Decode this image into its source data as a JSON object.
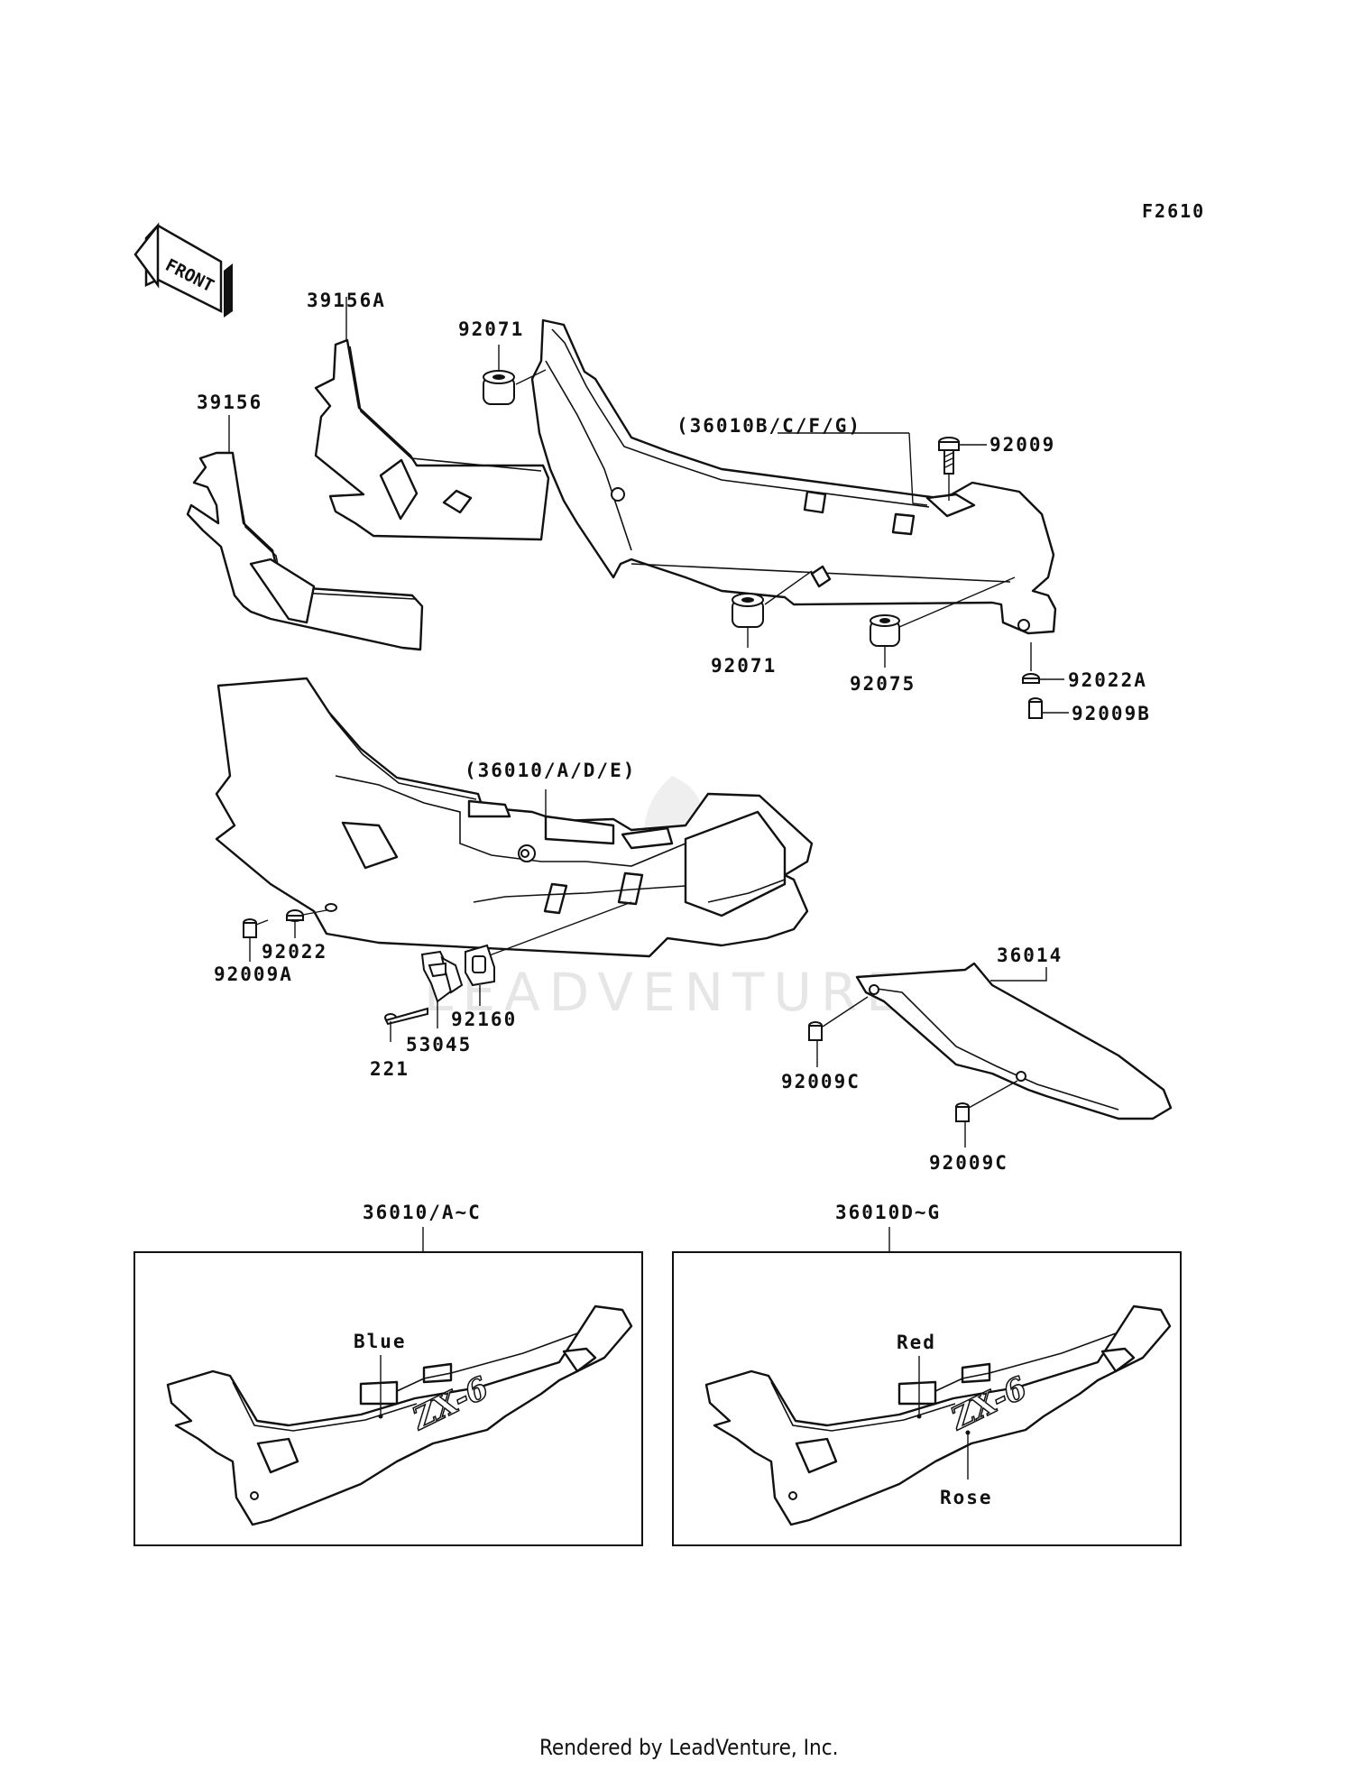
{
  "figure_code": "F2610",
  "direction_label": "FRONT",
  "watermark": "LEADVENTURE",
  "footer": "Rendered by LeadVenture, Inc.",
  "callouts": {
    "p39156A": "39156A",
    "p39156": "39156",
    "p92071_top": "92071",
    "p36010BCFG": "(36010B/C/F/G)",
    "p92009": "92009",
    "p92071_bottom": "92071",
    "p92075": "92075",
    "p92022A": "92022A",
    "p92009B": "92009B",
    "p36010ADE": "(36010/A/D/E)",
    "p92022": "92022",
    "p92009A": "92009A",
    "p92160": "92160",
    "p53045": "53045",
    "p221": "221",
    "p36014": "36014",
    "p92009C_a": "92009C",
    "p92009C_b": "92009C"
  },
  "variant_boxes": [
    {
      "title": "36010/A~C",
      "decal": "ZX-6",
      "colors": [
        "Blue"
      ]
    },
    {
      "title": "36010D~G",
      "decal": "ZX-6",
      "colors": [
        "Red",
        "Rose"
      ]
    }
  ]
}
